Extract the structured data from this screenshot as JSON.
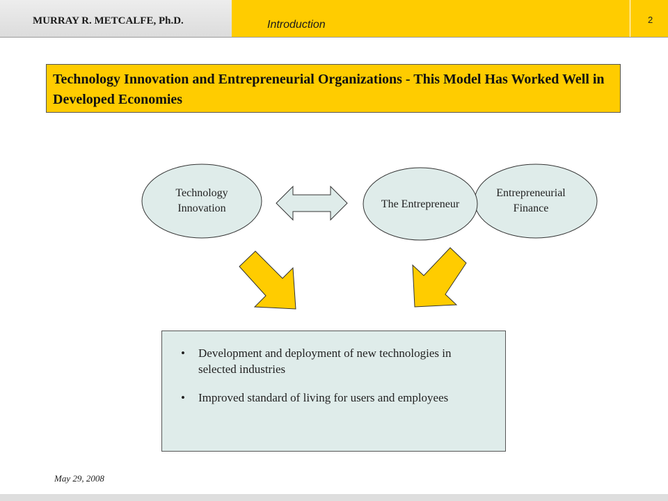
{
  "header": {
    "author": "MURRAY R. METCALFE, Ph.D.",
    "section": "Introduction",
    "page_number": "2"
  },
  "title": "Technology Innovation and Entrepreneurial Organizations - This Model Has Worked Well in Developed Economies",
  "diagram": {
    "nodes": {
      "technology": [
        "Technology",
        "Innovation"
      ],
      "entrepreneur": [
        "The Entrepreneur"
      ],
      "finance": [
        "Entrepreneurial",
        "Finance"
      ]
    },
    "outcomes": [
      "Development and deployment of new technologies in selected industries",
      "Improved standard of living for users and employees"
    ],
    "colors": {
      "accent": "#ffcc00",
      "bubble_fill": "#dfecea",
      "arrow_fill": "#ffcc00"
    }
  },
  "footer": {
    "date": "May 29, 2008"
  }
}
